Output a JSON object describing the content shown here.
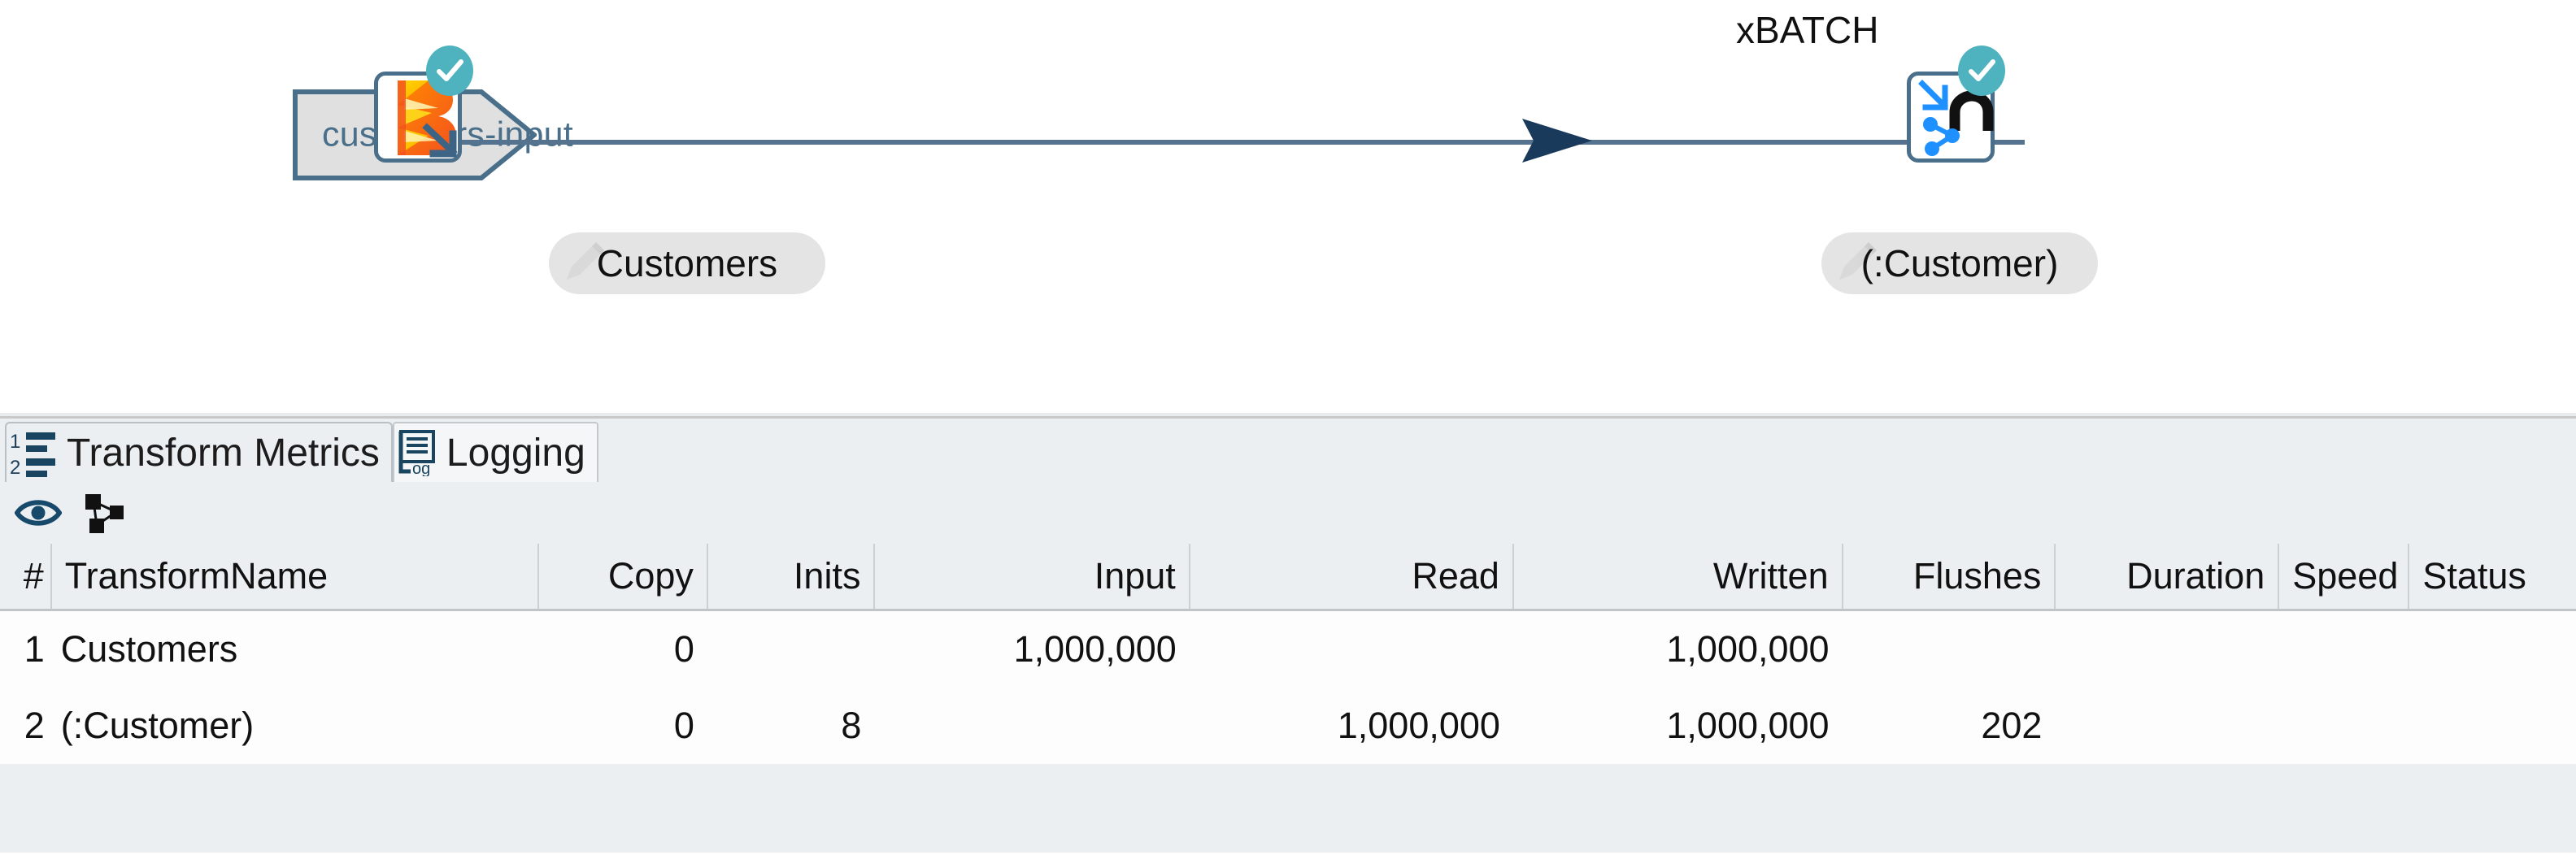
{
  "canvas": {
    "input_hop": {
      "label": "customers-input",
      "shape": "chevron-arrow",
      "fill": "#e0e0e0",
      "border": "#4a6f8a",
      "text_color": "#4a6f8a"
    },
    "nodes": [
      {
        "id": "customers",
        "name": "Customers",
        "icon": "beam-transform-icon",
        "status_badge": "success-check-icon",
        "badge_color": "#4fb3bf",
        "note": ""
      },
      {
        "id": "customer-output",
        "name": "(:Customer)",
        "icon": "neo4j-output-icon",
        "status_badge": "success-check-icon",
        "badge_color": "#4fb3bf",
        "note": "xBATCH"
      }
    ],
    "hop_line_color": "#55728f",
    "arrow_color": "#1a3a5c"
  },
  "bottom_panel": {
    "tabs": [
      {
        "label": "Transform Metrics",
        "icon": "numbered-list-icon",
        "active": true
      },
      {
        "label": "Logging",
        "icon": "log-document-icon",
        "active": false
      }
    ],
    "toolbar": [
      {
        "name": "preview-eye-icon",
        "title": "Preview"
      },
      {
        "name": "graph-network-icon",
        "title": "Show pipeline graph"
      }
    ],
    "table": {
      "columns": [
        {
          "key": "index",
          "label": "#",
          "align": "right"
        },
        {
          "key": "name",
          "label": "TransformName",
          "align": "left"
        },
        {
          "key": "copy",
          "label": "Copy",
          "align": "right"
        },
        {
          "key": "inits",
          "label": "Inits",
          "align": "right"
        },
        {
          "key": "input",
          "label": "Input",
          "align": "right"
        },
        {
          "key": "read",
          "label": "Read",
          "align": "right"
        },
        {
          "key": "written",
          "label": "Written",
          "align": "right"
        },
        {
          "key": "flushes",
          "label": "Flushes",
          "align": "right"
        },
        {
          "key": "duration",
          "label": "Duration",
          "align": "right"
        },
        {
          "key": "speed",
          "label": "Speed",
          "align": "right"
        },
        {
          "key": "status",
          "label": "Status",
          "align": "left"
        }
      ],
      "rows": [
        {
          "index": "1",
          "name": "Customers",
          "copy": "0",
          "inits": "",
          "input": "1,000,000",
          "read": "",
          "written": "1,000,000",
          "flushes": "",
          "duration": "",
          "speed": "",
          "status": ""
        },
        {
          "index": "2",
          "name": "(:Customer)",
          "copy": "0",
          "inits": "8",
          "input": "",
          "read": "1,000,000",
          "written": "1,000,000",
          "flushes": "202",
          "duration": "",
          "speed": "",
          "status": ""
        }
      ]
    }
  }
}
